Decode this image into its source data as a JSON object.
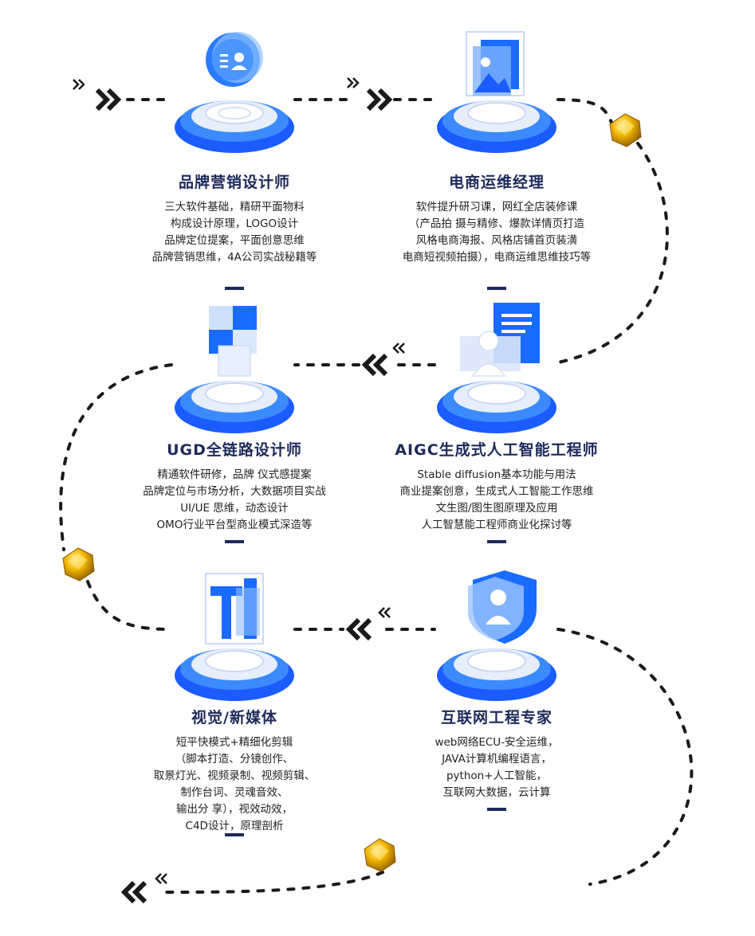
{
  "cards": [
    {
      "title": "品牌营销设计师",
      "lines": [
        "三大软件基础，精研平面物料",
        "构成设计原理，LOGO设计",
        "品牌定位提案，平面创意思维",
        "品牌营销思维，4A公司实战秘籍等"
      ],
      "icon": "user-card-icon"
    },
    {
      "title": "电商运维经理",
      "lines": [
        "软件提升研习课，网红全店装修课",
        "（产品拍 摄与精修、爆款详情页打造",
        "风格电商海报、风格店铺首页装潢",
        "电商短视频拍摄），电商运维思维技巧等"
      ],
      "icon": "image-cube-icon"
    },
    {
      "title": "UGD全链路设计师",
      "lines": [
        "精通软件研修，品牌 仪式感提案",
        "品牌定位与市场分析，大数据项目实战",
        "UI/UE 思维，动态设计",
        "OMO行业平台型商业模式深造等"
      ],
      "icon": "blocks-icon"
    },
    {
      "title": "AIGC生成式人工智能工程师",
      "lines": [
        "Stable diffusion基本功能与用法",
        "商业提案创意，生成式人工智能工作思维",
        "文生图/图生图原理及应用",
        "人工智慧能工程师商业化探讨等"
      ],
      "icon": "profile-document-icon"
    },
    {
      "title": "视觉/新媒体",
      "lines": [
        "短平快模式+精细化剪辑",
        "（脚本打造、分镜创作、",
        "取景灯光、视频录制、视频剪辑、",
        "制作台词、灵魂音效、",
        "输出分 享），视效动效，",
        "C4D设计，原理剖析"
      ],
      "icon": "text-t-icon"
    },
    {
      "title": "互联网工程专家",
      "lines": [
        "web网络ECU-安全运维，",
        "JAVA计算机编程语言，",
        "python+人工智能，",
        "互联网大数据，云计算"
      ],
      "icon": "shield-user-icon"
    }
  ],
  "colors": {
    "title": "#1d2a5a",
    "text": "#222222",
    "accent": "#1a73ff",
    "dot": "#1a1a1a",
    "gem": "#e0a400"
  }
}
